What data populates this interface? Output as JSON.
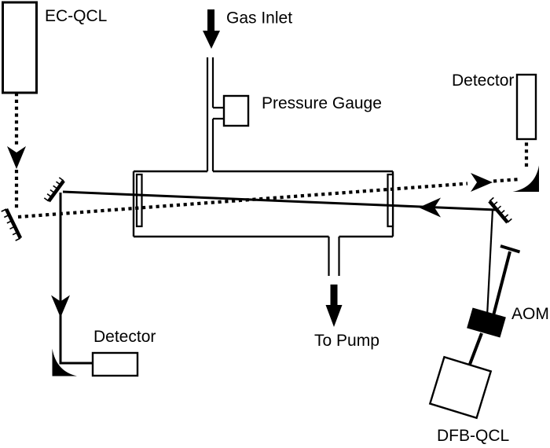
{
  "diagram": {
    "type": "optical-experiment-schematic",
    "colors": {
      "ink": "#000000",
      "background": "#ffffff"
    },
    "labels": {
      "ec_qcl": "EC-QCL",
      "gas_inlet": "Gas Inlet",
      "pressure_gauge": "Pressure Gauge",
      "detector_top_right": "Detector",
      "detector_bottom_left": "Detector",
      "to_pump": "To Pump",
      "aom": "AOM",
      "dfb_qcl": "DFB-QCL"
    },
    "beam_styles": {
      "ec_qcl_beam": "dashed",
      "dfb_qcl_beam": "solid"
    }
  }
}
